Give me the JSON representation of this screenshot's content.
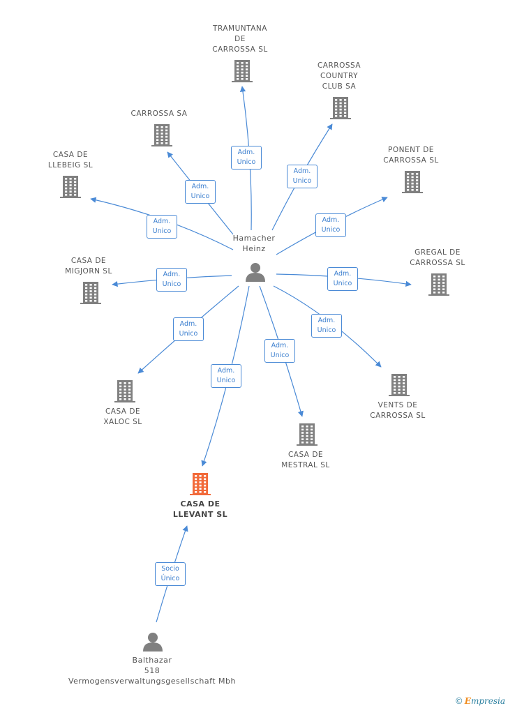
{
  "center_person": {
    "lines": [
      "Hamacher",
      "Heinz"
    ]
  },
  "focus_company": {
    "lines": [
      "CASA DE",
      "LLEVANT SL"
    ]
  },
  "owner_person": {
    "lines": [
      "Balthazar",
      "518",
      "Vermogensverwaltungsgesellschaft Mbh"
    ]
  },
  "companies": [
    {
      "id": "tramuntana",
      "lines": [
        "TRAMUNTANA",
        "DE",
        "CARROSSA SL"
      ]
    },
    {
      "id": "carrossa-country",
      "lines": [
        "CARROSSA",
        "COUNTRY",
        "CLUB SA"
      ]
    },
    {
      "id": "carrossa-sa",
      "lines": [
        "CARROSSA SA"
      ]
    },
    {
      "id": "ponent",
      "lines": [
        "PONENT DE",
        "CARROSSA SL"
      ]
    },
    {
      "id": "llebeig",
      "lines": [
        "CASA DE",
        "LLEBEIG SL"
      ]
    },
    {
      "id": "gregal",
      "lines": [
        "GREGAL DE",
        "CARROSSA SL"
      ]
    },
    {
      "id": "migjorn",
      "lines": [
        "CASA DE",
        "MIGJORN SL"
      ]
    },
    {
      "id": "vents",
      "lines": [
        "VENTS DE",
        "CARROSSA SL"
      ]
    },
    {
      "id": "xaloc",
      "lines": [
        "CASA DE",
        "XALOC SL"
      ]
    },
    {
      "id": "mestral",
      "lines": [
        "CASA DE",
        "MESTRAL SL"
      ]
    }
  ],
  "edges": [
    {
      "target": "tramuntana",
      "lines": [
        "Adm.",
        "Unico"
      ]
    },
    {
      "target": "carrossa-country",
      "lines": [
        "Adm.",
        "Unico"
      ]
    },
    {
      "target": "carrossa-sa",
      "lines": [
        "Adm.",
        "Unico"
      ]
    },
    {
      "target": "ponent",
      "lines": [
        "Adm.",
        "Unico"
      ]
    },
    {
      "target": "llebeig",
      "lines": [
        "Adm.",
        "Unico"
      ]
    },
    {
      "target": "gregal",
      "lines": [
        "Adm.",
        "Unico"
      ]
    },
    {
      "target": "migjorn",
      "lines": [
        "Adm.",
        "Unico"
      ]
    },
    {
      "target": "vents",
      "lines": [
        "Adm.",
        "Unico"
      ]
    },
    {
      "target": "xaloc",
      "lines": [
        "Adm.",
        "Unico"
      ]
    },
    {
      "target": "mestral",
      "lines": [
        "Adm.",
        "Unico"
      ]
    },
    {
      "target": "focus",
      "lines": [
        "Adm.",
        "Unico"
      ]
    },
    {
      "target": "owner-to-focus",
      "lines": [
        "Socio",
        "Único"
      ]
    }
  ],
  "footer": {
    "copyright_symbol": "©",
    "brand_initial": "E",
    "brand_rest": "mpresia"
  },
  "colors": {
    "edge": "#4a8ad6",
    "node": "#808080",
    "focus": "#f26a3a"
  }
}
